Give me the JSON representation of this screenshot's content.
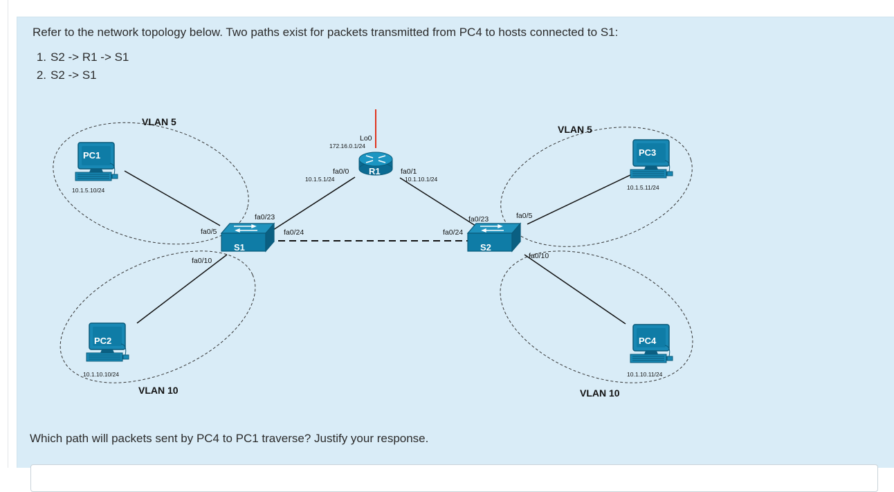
{
  "question": {
    "intro": "Refer to the network topology below. Two paths exist for packets transmitted from PC4 to hosts connected to S1:",
    "paths": [
      {
        "number": "1.",
        "text": "S2 -> R1 -> S1"
      },
      {
        "number": "2.",
        "text": "S2 -> S1"
      }
    ],
    "prompt": "Which path will packets sent by PC4 to PC1 traverse? Justify your response.",
    "answer_value": ""
  },
  "topology": {
    "router": {
      "name": "R1",
      "loopback_label": "Lo0",
      "loopback_ip": "172.16.0.1/24"
    },
    "switches": {
      "s1": "S1",
      "s2": "S2"
    },
    "pcs": {
      "pc1": {
        "name": "PC1",
        "ip": "10.1.5.10/24"
      },
      "pc2": {
        "name": "PC2",
        "ip": "10.1.10.10/24"
      },
      "pc3": {
        "name": "PC3",
        "ip": "10.1.5.11/24"
      },
      "pc4": {
        "name": "PC4",
        "ip": "10.1.10.11/24"
      }
    },
    "vlans": {
      "left_top": "VLAN 5",
      "left_bottom": "VLAN 10",
      "right_top": "VLAN 5",
      "right_bottom": "VLAN 10"
    },
    "ports": {
      "r1_fa00": "fa0/0",
      "r1_fa00_ip": "10.1.5.1/24",
      "r1_fa01": "fa0/1",
      "r1_fa01_ip": "10.1.10.1/24",
      "s1_fa023": "fa0/23",
      "s1_fa05": "fa0/5",
      "s1_fa010": "fa0/10",
      "s1_fa024": "fa0/24",
      "s2_fa023": "fa0/23",
      "s2_fa024": "fa0/24",
      "s2_fa05": "fa0/5",
      "s2_fa010": "fa0/10"
    },
    "colors": {
      "device_blue": "#0f7ca6",
      "device_dark": "#095a7a",
      "loopback_line": "#e0321c",
      "panel_bg": "#d9ecf7"
    }
  }
}
